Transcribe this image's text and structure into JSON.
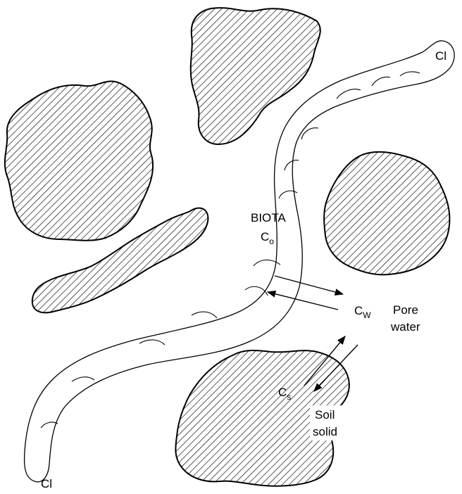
{
  "labels": {
    "cl_top": "Cl",
    "cl_bottom": "Cl",
    "biota": "BIOTA",
    "c_o_main": "C",
    "c_o_sub": "o",
    "c_w_main": "C",
    "c_w_sub": "W",
    "pore_line1": "Pore",
    "pore_line2": "water",
    "c_s_main": "C",
    "c_s_sub": "s",
    "soil_line1": "Soil",
    "soil_line2": "solid"
  },
  "colors": {
    "ink": "#000000",
    "paper": "#ffffff"
  }
}
